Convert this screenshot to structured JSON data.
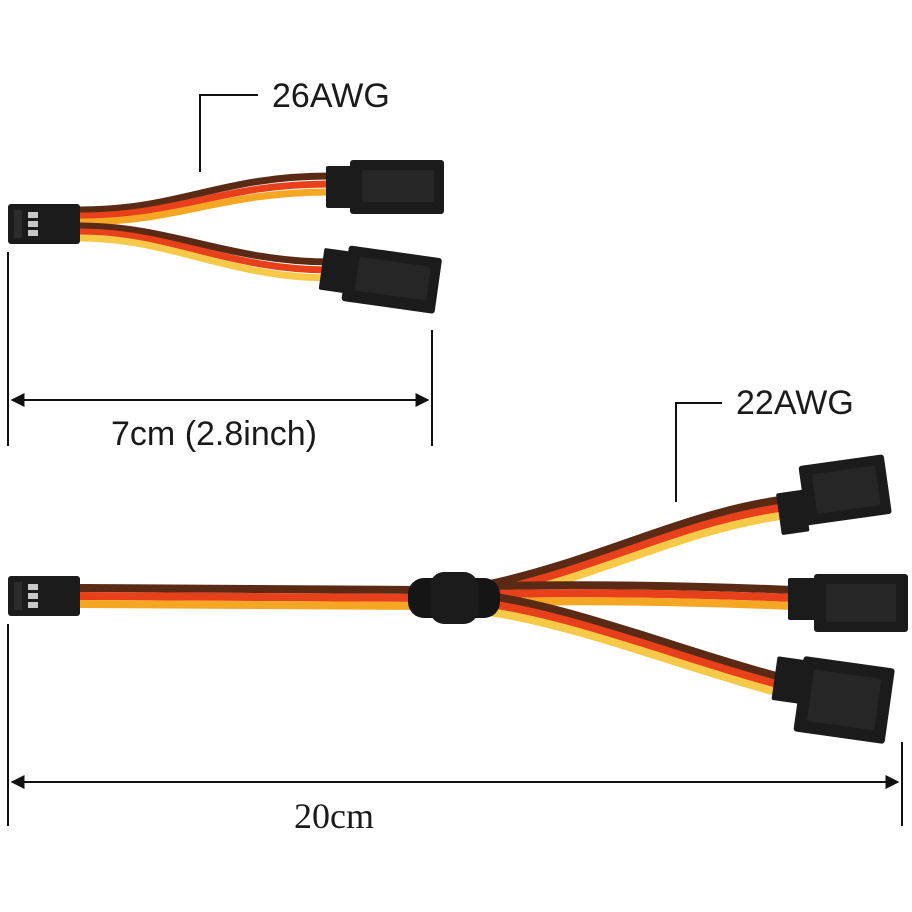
{
  "short_cable": {
    "gauge_label": "26AWG",
    "length_label": "7cm (2.8inch)",
    "outputs": 2
  },
  "long_cable": {
    "gauge_label": "22AWG",
    "length_label": "20cm",
    "outputs": 3
  },
  "colors": {
    "wire_brown": "#5a2a14",
    "wire_red": "#e8401a",
    "wire_orange": "#f5a623",
    "wire_yellow": "#f7c948",
    "connector": "#1b1b1b",
    "pin": "#c8c8c8",
    "dimension_line": "#111111",
    "background": "#ffffff"
  }
}
